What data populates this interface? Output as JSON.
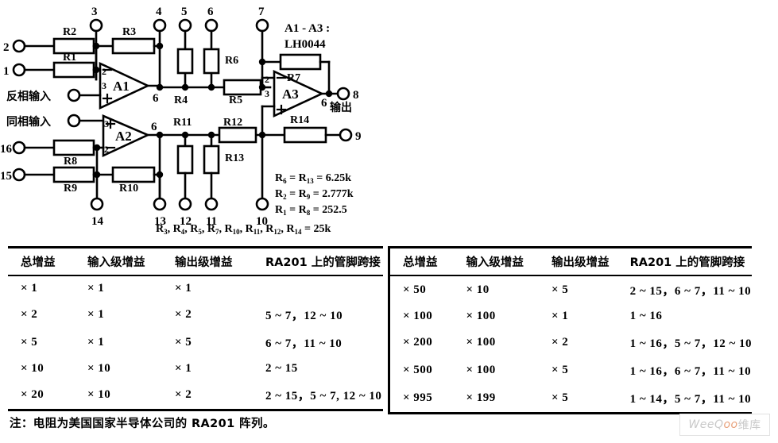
{
  "schematic": {
    "opamp_note_line1": "A1 - A3 :",
    "opamp_note_line2": "LH0044",
    "amps": [
      {
        "name": "A1"
      },
      {
        "name": "A2"
      },
      {
        "name": "A3"
      }
    ],
    "inputs": [
      {
        "label": "反相输入"
      },
      {
        "label": "同相输入"
      }
    ],
    "output_label": "输出",
    "resistors": [
      "R1",
      "R2",
      "R3",
      "R4",
      "R5",
      "R6",
      "R7",
      "R8",
      "R9",
      "R10",
      "R11",
      "R12",
      "R13",
      "R14"
    ],
    "pins": [
      "1",
      "2",
      "3",
      "4",
      "5",
      "6",
      "7",
      "8",
      "9",
      "10",
      "11",
      "12",
      "13",
      "14",
      "15",
      "16"
    ],
    "amp_pin_labels": {
      "inv": "2",
      "noninv": "3",
      "out": "6"
    },
    "formulas": [
      {
        "lhs1": "R",
        "sub1": "6",
        "lhs2": "R",
        "sub2": "13",
        "value": "6.25k"
      },
      {
        "lhs1": "R",
        "sub1": "2",
        "lhs2": "R",
        "sub2": "9",
        "value": "2.777k"
      },
      {
        "lhs1": "R",
        "sub1": "1",
        "lhs2": "R",
        "sub2": "8",
        "value": "252.5"
      }
    ],
    "formula_bottom": {
      "items": [
        "3",
        "4",
        "5",
        "7",
        "10",
        "11",
        "12",
        "14"
      ],
      "symbol": "R",
      "value": "25k"
    }
  },
  "tables": {
    "headers": [
      "总增益",
      "输入级增益",
      "输出级增益",
      "RA201 上的管脚跨接"
    ],
    "left_rows": [
      {
        "total": "× 1",
        "input": "× 1",
        "output": "× 1",
        "jumpers": ""
      },
      {
        "total": "× 2",
        "input": "× 1",
        "output": "× 2",
        "jumpers": "5 ~ 7，12 ~ 10"
      },
      {
        "total": "× 5",
        "input": "× 1",
        "output": "× 5",
        "jumpers": "6 ~ 7，11 ~ 10"
      },
      {
        "total": "× 10",
        "input": "× 10",
        "output": "× 1",
        "jumpers": "2 ~ 15"
      },
      {
        "total": "× 20",
        "input": "× 10",
        "output": "× 2",
        "jumpers": "2 ~ 15，5 ~ 7, 12 ~ 10"
      }
    ],
    "right_rows": [
      {
        "total": "× 50",
        "input": "× 10",
        "output": "× 5",
        "jumpers": "2 ~ 15，6 ~ 7，11 ~ 10"
      },
      {
        "total": "× 100",
        "input": "× 100",
        "output": "× 1",
        "jumpers": "1 ~ 16"
      },
      {
        "total": "× 200",
        "input": "× 100",
        "output": "× 2",
        "jumpers": "1 ~ 16，5 ~ 7，12 ~ 10"
      },
      {
        "total": "× 500",
        "input": "× 100",
        "output": "× 5",
        "jumpers": "1 ~ 16，6 ~ 7，11 ~ 10"
      },
      {
        "total": "× 995",
        "input": "× 199",
        "output": "× 5",
        "jumpers": "1 ~ 14，5 ~ 7，11 ~ 10"
      }
    ]
  },
  "footnote": "注：电阻为美国国家半导体公司的 RA201 阵列。",
  "watermark": {
    "brand": "WeeQ",
    "oo": "oo",
    "cn": "维库"
  },
  "colors": {
    "ink": "#000000",
    "watermark_accent": "#e8a07a"
  }
}
